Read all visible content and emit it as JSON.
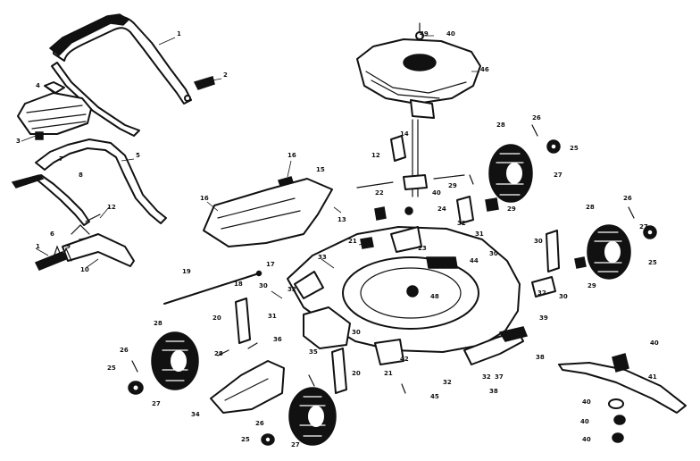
{
  "diagram": {
    "labels": [
      "1",
      "2",
      "3",
      "4",
      "5",
      "6",
      "7",
      "8",
      "9",
      "10",
      "12",
      "13",
      "14",
      "15",
      "16",
      "17",
      "18",
      "19",
      "20",
      "21",
      "22",
      "23",
      "24",
      "25",
      "26",
      "27",
      "28",
      "29",
      "30",
      "31",
      "32",
      "33",
      "34",
      "35",
      "36",
      "37",
      "38",
      "39",
      "40",
      "41",
      "42",
      "44",
      "45",
      "46",
      "48",
      "49"
    ]
  }
}
